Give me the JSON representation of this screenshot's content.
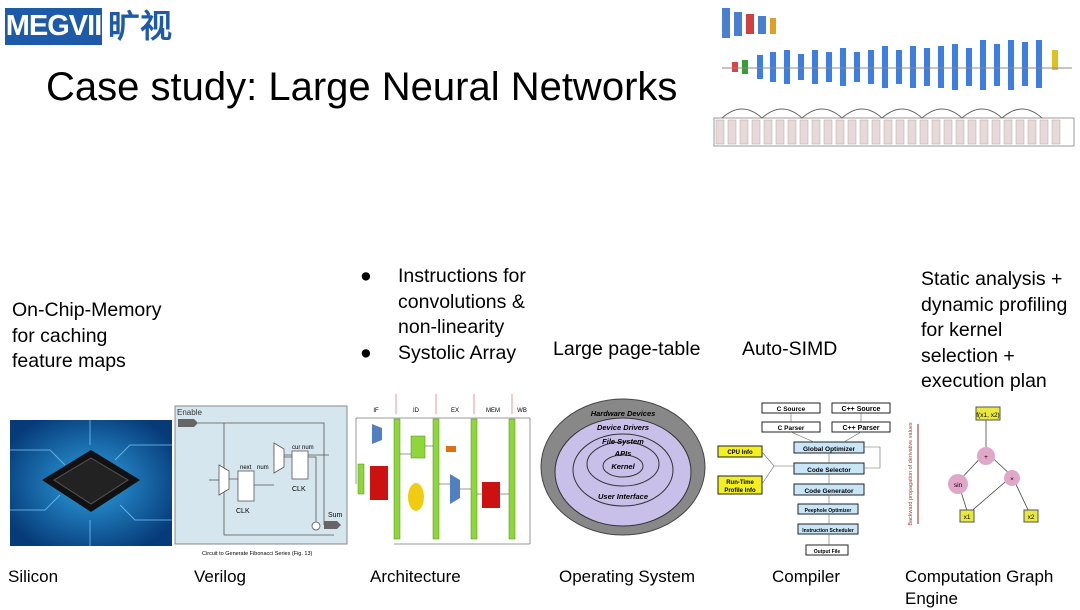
{
  "logo": {
    "brand": "MEGVII",
    "cn": "旷视"
  },
  "title": "Case study: Large Neural Networks",
  "columns": [
    {
      "caption": "Silicon",
      "heading": [
        "On-Chip-Memory",
        "for caching",
        "feature maps"
      ]
    },
    {
      "caption": "Verilog",
      "figure": {
        "enable": "Enable",
        "next": "next",
        "num": "num",
        "cur_num": "cur  num",
        "clk": "CLK",
        "sum": "Sum",
        "fig_caption": "Circuit to Generate Fibonacci Series (Fig. 13)"
      }
    },
    {
      "caption": "Architecture",
      "bullets": [
        "Instructions for convolutions & non-linearity",
        "Systolic Array"
      ],
      "figure": {
        "stages": [
          "IF",
          "ID",
          "EX",
          "MEM",
          "WB"
        ]
      }
    },
    {
      "caption": "Operating System",
      "heading": [
        "Large page-table"
      ],
      "figure": {
        "layers": [
          "Hardware Devices",
          "Device Drivers",
          "File System",
          "APIs",
          "Kernel",
          "User Interface"
        ]
      }
    },
    {
      "caption": "Compiler",
      "heading": [
        "Auto-SIMD"
      ],
      "figure": {
        "c_source": "C Source",
        "cpp_source": "C++ Source",
        "c_parser": "C Parser",
        "cpp_parser": "C++ Parser",
        "global_optimizer": "Global Optimizer",
        "code_selector": "Code Selector",
        "code_generator": "Code Generator",
        "peephole": "Peephole Optimizer",
        "scheduler": "Instruction Scheduler",
        "output": "Output File",
        "cpu_info": "CPU Info",
        "runtime_profile": [
          "Run-Time",
          "Profile Info"
        ]
      }
    },
    {
      "caption": "Computation Graph Engine",
      "heading": [
        "Static analysis +",
        "dynamic profiling",
        "for kernel",
        "selection +",
        "execution plan"
      ],
      "figure": {
        "root": "f(x1, x2)",
        "x1": "x1",
        "x2": "x2",
        "plus": "+",
        "sin": "sin",
        "times": "×",
        "axis": "Backward propagation of derivative values"
      }
    }
  ],
  "bullet_glyph": "●"
}
